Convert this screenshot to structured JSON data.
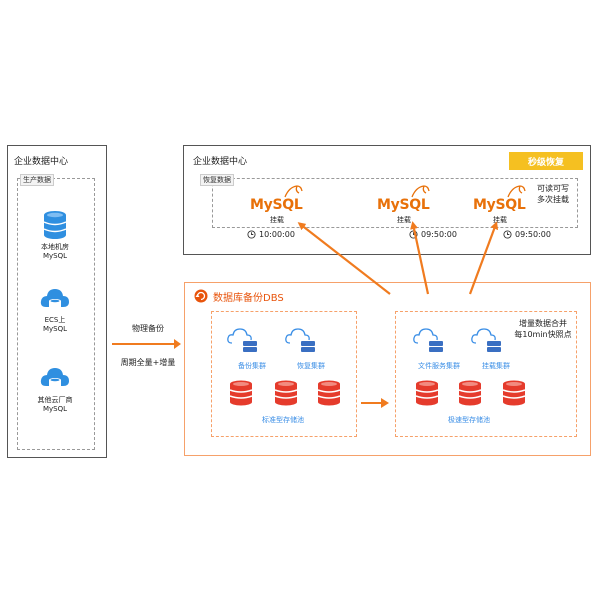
{
  "left_panel": {
    "title": "企业数据中心",
    "tag": "生产数据",
    "sources": [
      {
        "icon": "database-icon",
        "line1": "本地机房",
        "line2": "MySQL"
      },
      {
        "icon": "cloud-database-icon",
        "line1": "ECS上",
        "line2": "MySQL"
      },
      {
        "icon": "cloud-database-icon",
        "line1": "其他云厂商",
        "line2": "MySQL"
      }
    ]
  },
  "middle_labels": {
    "physical_backup": "物理备份",
    "schedule": "周期全量+增量"
  },
  "top_panel": {
    "title": "企业数据中心",
    "badge": "秒级恢复",
    "tag": "恢复数据",
    "note_line1": "可读可写",
    "note_line2": "多次挂载",
    "instances": [
      {
        "logo": "MySQL",
        "mount": "挂载",
        "time": "10:00:00"
      },
      {
        "logo": "MySQL",
        "mount": "挂载",
        "time": "09:50:00"
      },
      {
        "logo": "MySQL",
        "mount": "挂载",
        "time": "09:50:00"
      }
    ]
  },
  "dbs_panel": {
    "title": "数据库备份DBS",
    "standard": {
      "cluster1": "备份集群",
      "cluster2": "恢复集群",
      "storage": "标准型存储池"
    },
    "fast": {
      "note_line1": "增量数据合并",
      "note_line2": "每10min快照点",
      "cluster1": "文件服务集群",
      "cluster2": "挂载集群",
      "storage": "极速型存储池"
    }
  },
  "colors": {
    "accent_orange": "#e8710a",
    "arrow_orange": "#f07b1f",
    "db_red": "#e53b2c",
    "db_blue": "#2f8fe0",
    "badge_yellow": "#f5c021"
  }
}
